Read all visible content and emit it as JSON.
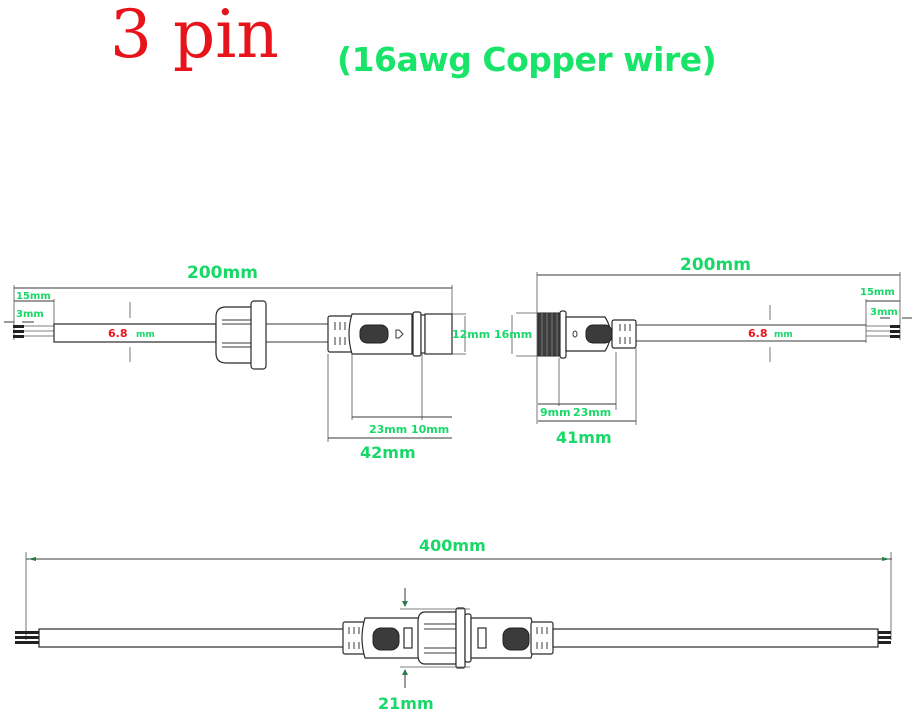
{
  "title": {
    "main": "3 pin",
    "sub": "(16awg Copper wire)"
  },
  "colors": {
    "title_red": "#e8141c",
    "label_green": "#18d868",
    "line": "#3a3a3a"
  },
  "left_cable": {
    "total_length": "200mm",
    "strip_length": "15mm",
    "tin_length": "3mm",
    "diameter_value": "6.8",
    "diameter_unit": "mm",
    "plug_diameter": "12mm",
    "segment_a": "23mm",
    "segment_b": "10mm",
    "connector_length": "42mm"
  },
  "right_cable": {
    "total_length": "200mm",
    "strip_length": "15mm",
    "tin_length": "3mm",
    "diameter_value": "6.8",
    "diameter_unit": "mm",
    "thread_diameter": "16mm",
    "segment_a": "9mm",
    "segment_b": "23mm",
    "connector_length": "41mm"
  },
  "assembly": {
    "total_length": "400mm",
    "nut_diameter": "21mm",
    "icons": [
      "connector-male-icon",
      "connector-female-icon",
      "coupling-nut-icon",
      "wire-pins-icon"
    ]
  }
}
